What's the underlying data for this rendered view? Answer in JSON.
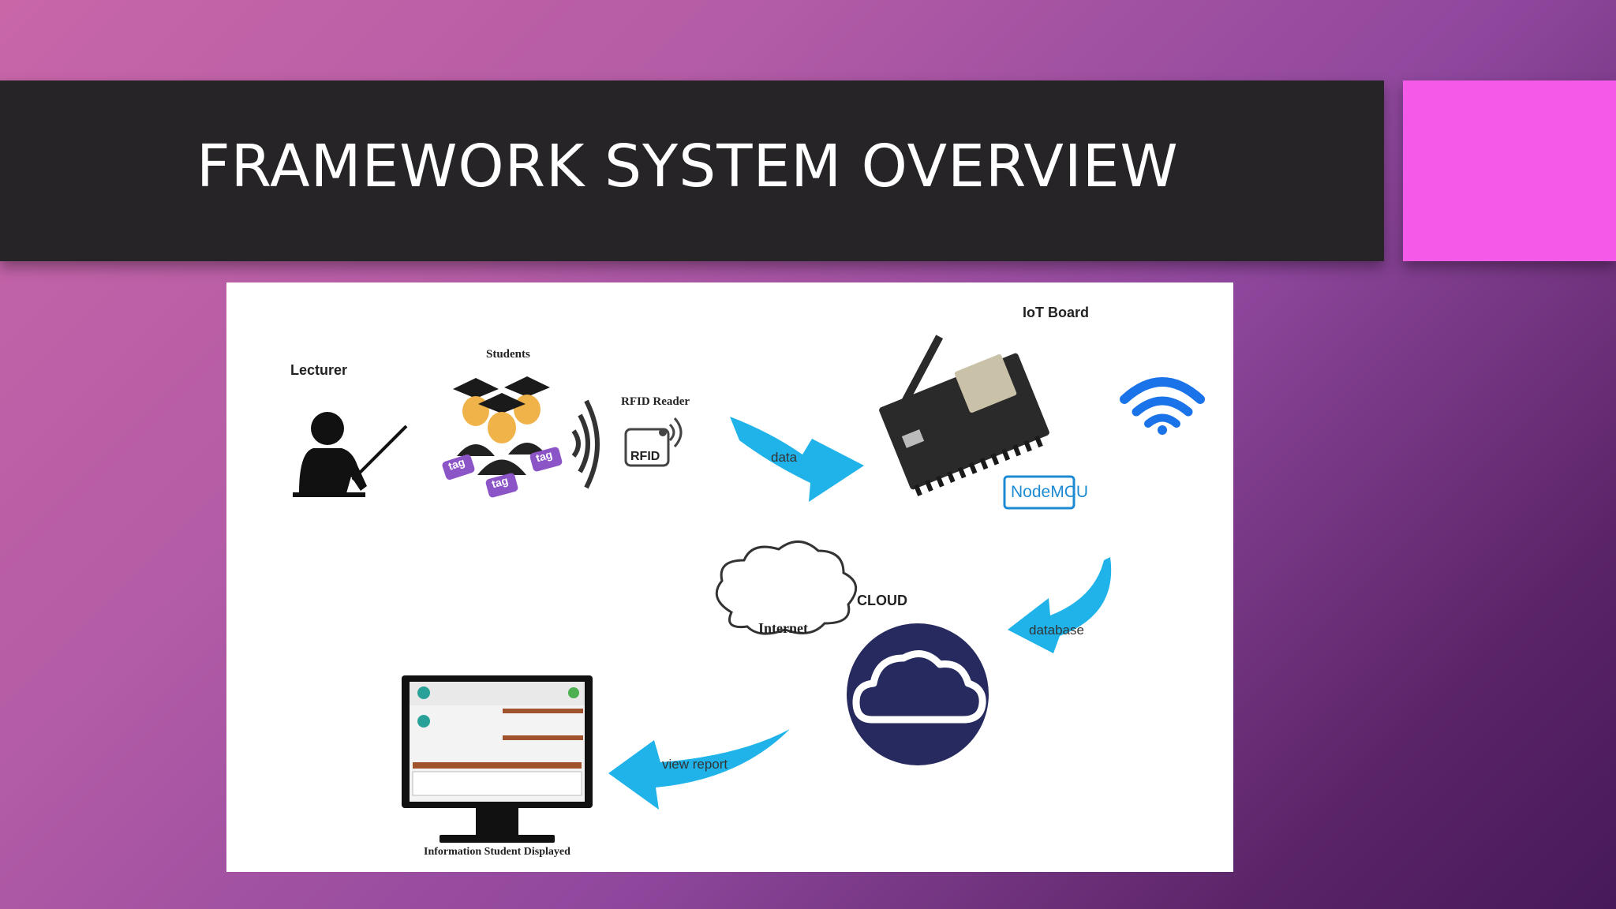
{
  "slide": {
    "title": "FRAMEWORK SYSTEM OVERVIEW"
  },
  "diagram": {
    "labels": {
      "lecturer": "Lecturer",
      "students": "Students",
      "rfid_reader": "RFID Reader",
      "rfid_badge": "RFID",
      "tag": "tag",
      "iot_board": "IoT Board",
      "nodemcu": "NodeMCU",
      "data_arrow": "data",
      "database_arrow": "database",
      "cloud": "CLOUD",
      "internet": "Internet",
      "view_report_arrow": "view report",
      "display_caption": "Information Student Displayed"
    },
    "colors": {
      "arrow": "#1fb3ea",
      "wifi": "#1a73e8",
      "cloud_circle": "#262a5e",
      "title_bar": "#262427",
      "accent": "#f459e8",
      "tag": "#8c55c7"
    }
  }
}
